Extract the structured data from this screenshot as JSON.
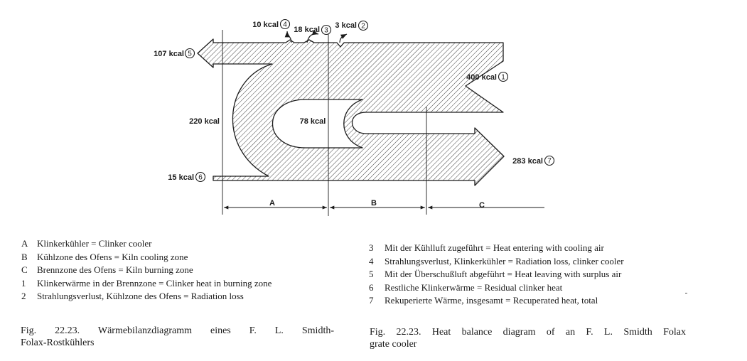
{
  "diagram": {
    "flows": [
      {
        "num": "1",
        "value": "400 kcal"
      },
      {
        "num": "2",
        "value": "3 kcal"
      },
      {
        "num": "3",
        "value": "18 kcal"
      },
      {
        "num": "4",
        "value": "10 kcal"
      },
      {
        "num": "5",
        "value": "107 kcal"
      },
      {
        "num": "6",
        "value": "15 kcal"
      },
      {
        "num": "7",
        "value": "283 kcal"
      }
    ],
    "inner_labels": {
      "left": "220 kcal",
      "middle": "78 kcal"
    },
    "zones": [
      "A",
      "B",
      "C"
    ]
  },
  "legend_left": [
    {
      "key": "A",
      "text": "Klinkerkühler = Clinker cooler"
    },
    {
      "key": "B",
      "text": "Kühlzone des Ofens = Kiln cooling zone"
    },
    {
      "key": "C",
      "text": "Brennzone des Ofens = Kiln burning zone"
    },
    {
      "key": "1",
      "text": "Klinkerwärme in der Brennzone = Clinker heat in burning zone"
    },
    {
      "key": "2",
      "text": "Strahlungsverlust, Kühlzone des Ofens = Radiation loss"
    }
  ],
  "legend_right": [
    {
      "key": "3",
      "text": "Mit der Kühlluft zugeführt = Heat entering with cooling air"
    },
    {
      "key": "4",
      "text": "Strahlungsverlust, Klinkerkühler = Radiation loss, clinker cooler"
    },
    {
      "key": "5",
      "text": "Mit der Überschußluft abgeführt = Heat leaving with surplus air"
    },
    {
      "key": "6",
      "text": "Restliche Klinkerwärme = Residual clinker heat"
    },
    {
      "key": "7",
      "text": "Rekuperierte Wärme, insgesamt = Recuperated heat, total"
    }
  ],
  "caption_de": {
    "line1": "Fig. 22.23. Wärmebilanzdiagramm eines F. L. Smidth-",
    "line2": "Folax-Rostkühlers"
  },
  "caption_en": {
    "line1": "Fig. 22.23. Heat balance diagram of an F. L. Smidth Folax",
    "line2": "grate cooler"
  }
}
